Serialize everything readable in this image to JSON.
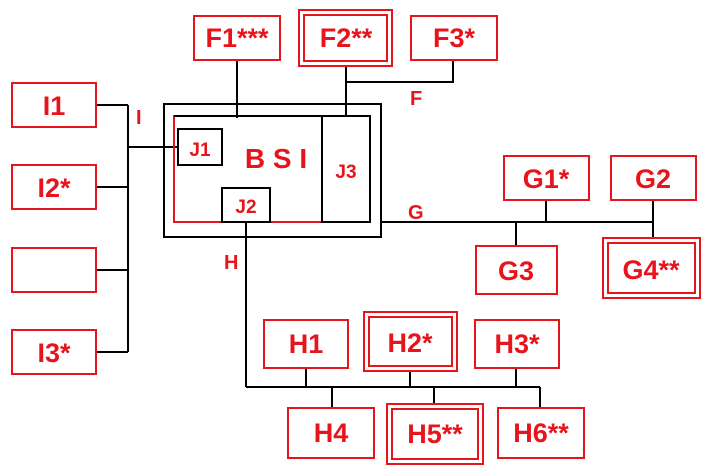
{
  "colors": {
    "box": "#e8141c",
    "line": "#000000",
    "background": "#ffffff"
  },
  "nodes": {
    "F1": "F1***",
    "F2": "F2**",
    "F3": "F3*",
    "I1": "I1",
    "I2": "I2*",
    "I_blank": "",
    "I3": "I3*",
    "BSI": "B S I",
    "J1": "J1",
    "J2": "J2",
    "J3": "J3",
    "G1": "G1*",
    "G2": "G2",
    "G3": "G3",
    "G4": "G4**",
    "H1": "H1",
    "H2": "H2*",
    "H3": "H3*",
    "H4": "H4",
    "H5": "H5**",
    "H6": "H6**"
  },
  "branch_labels": {
    "F": "F",
    "I": "I",
    "G": "G",
    "H": "H"
  }
}
